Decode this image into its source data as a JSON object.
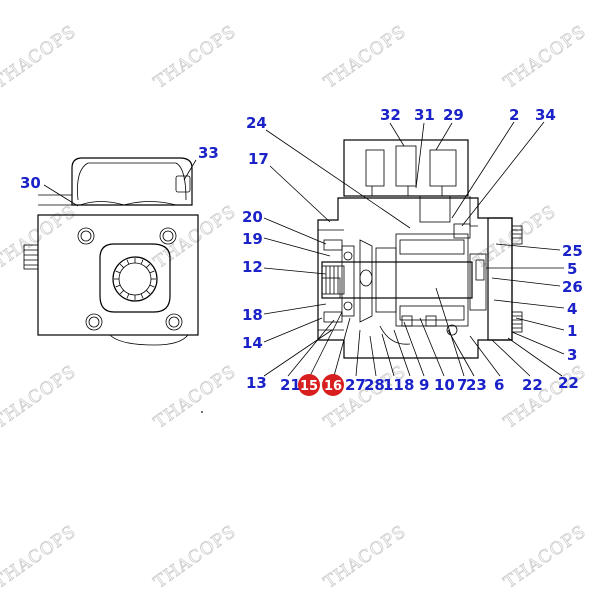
{
  "watermark": "THACOPS",
  "callouts": [
    {
      "id": "c32",
      "text": "32"
    },
    {
      "id": "c31",
      "text": "31"
    },
    {
      "id": "c29",
      "text": "29"
    },
    {
      "id": "c2",
      "text": "2"
    },
    {
      "id": "c34",
      "text": "34"
    },
    {
      "id": "c24",
      "text": "24"
    },
    {
      "id": "c17",
      "text": "17"
    },
    {
      "id": "c33",
      "text": "33"
    },
    {
      "id": "c30",
      "text": "30"
    },
    {
      "id": "c20",
      "text": "20"
    },
    {
      "id": "c19",
      "text": "19"
    },
    {
      "id": "c12",
      "text": "12"
    },
    {
      "id": "c18",
      "text": "18"
    },
    {
      "id": "c14",
      "text": "14"
    },
    {
      "id": "c13",
      "text": "13"
    },
    {
      "id": "c25",
      "text": "25"
    },
    {
      "id": "c5",
      "text": "5"
    },
    {
      "id": "c26",
      "text": "26"
    },
    {
      "id": "c4",
      "text": "4"
    },
    {
      "id": "c1",
      "text": "1"
    },
    {
      "id": "c3",
      "text": "3"
    },
    {
      "id": "c22b",
      "text": "22"
    },
    {
      "id": "c21",
      "text": "21"
    },
    {
      "id": "c15",
      "text": "15",
      "highlight": true
    },
    {
      "id": "c16",
      "text": "16",
      "highlight": true
    },
    {
      "id": "c27",
      "text": "27"
    },
    {
      "id": "c28",
      "text": "28"
    },
    {
      "id": "c11",
      "text": "11"
    },
    {
      "id": "c8",
      "text": "8"
    },
    {
      "id": "c9",
      "text": "9"
    },
    {
      "id": "c10",
      "text": "10"
    },
    {
      "id": "c7",
      "text": "7"
    },
    {
      "id": "c23",
      "text": "23"
    },
    {
      "id": "c6",
      "text": "6"
    },
    {
      "id": "c22a",
      "text": "22"
    }
  ],
  "colors": {
    "callout": "#1a22c8",
    "highlight": "#d81f1f",
    "line": "#000000",
    "watermark": "#cfcfcf"
  }
}
